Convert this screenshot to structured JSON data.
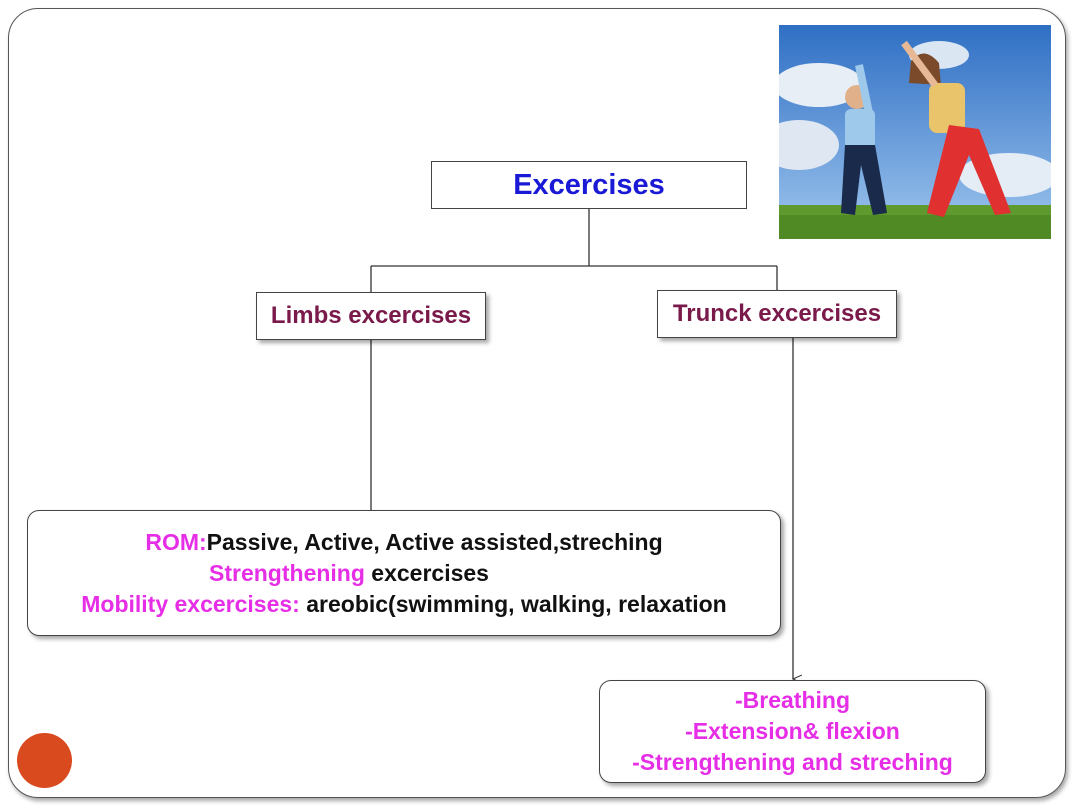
{
  "diagram": {
    "title": "Excercises",
    "branches": [
      {
        "label": "Limbs excercises",
        "details": [
          {
            "label": "ROM:",
            "text": "Passive, Active, Active assisted,streching"
          },
          {
            "label": "Strengthening",
            "text": " excercises"
          },
          {
            "label": "Mobility excercises:",
            "text": " areobic(swimming, walking, relaxation"
          }
        ]
      },
      {
        "label": "Trunck excercises",
        "details": [
          "-Breathing",
          "-Extension& flexion",
          "-Strengthening and streching"
        ]
      }
    ]
  },
  "colors": {
    "title": "#1a1ad6",
    "branch_label": "#7a1a4a",
    "highlight": "#e62ee6",
    "body_text": "#111111",
    "accent_circle": "#d94a1e"
  },
  "photo": {
    "subject": "two children stretching sideways on grass under blue sky"
  }
}
